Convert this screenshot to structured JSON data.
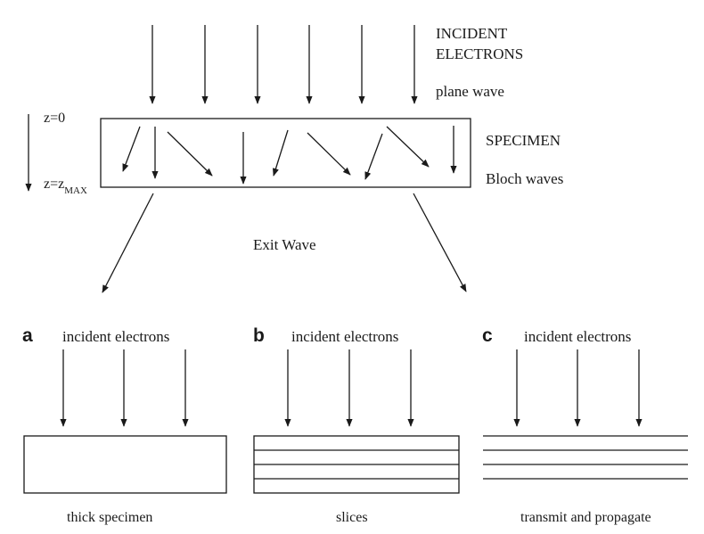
{
  "top": {
    "incident_line1": "INCIDENT",
    "incident_line2": "ELECTRONS",
    "plane_wave": "plane wave",
    "z_start": "z=0",
    "z_end_main": "z=z",
    "z_end_sub": "MAX",
    "specimen": "SPECIMEN",
    "bloch_waves": "Bloch waves",
    "exit_wave": "Exit Wave"
  },
  "panels": [
    {
      "letter": "a",
      "header": "incident electrons",
      "caption": "thick specimen",
      "style": "thick"
    },
    {
      "letter": "b",
      "header": "incident electrons",
      "caption": "slices",
      "style": "slices"
    },
    {
      "letter": "c",
      "header": "incident electrons",
      "caption": "transmit and propagate",
      "style": "planes"
    }
  ]
}
